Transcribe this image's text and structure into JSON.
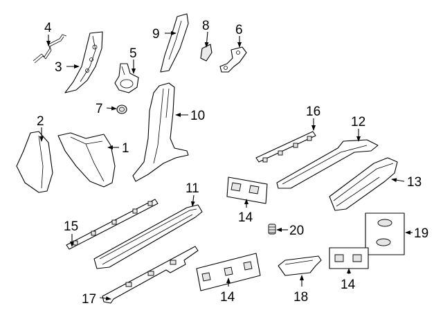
{
  "callouts": {
    "c1": "1",
    "c2": "2",
    "c3": "3",
    "c4": "4",
    "c5": "5",
    "c6": "6",
    "c7": "7",
    "c8": "8",
    "c9": "9",
    "c10": "10",
    "c11": "11",
    "c12": "12",
    "c13": "13",
    "c14a": "14",
    "c14b": "14",
    "c14c": "14",
    "c15": "15",
    "c16": "16",
    "c17": "17",
    "c18": "18",
    "c19": "19",
    "c20": "20"
  },
  "colors": {
    "line": "#000000",
    "shade": "#e9e9e9",
    "background": "#ffffff"
  }
}
